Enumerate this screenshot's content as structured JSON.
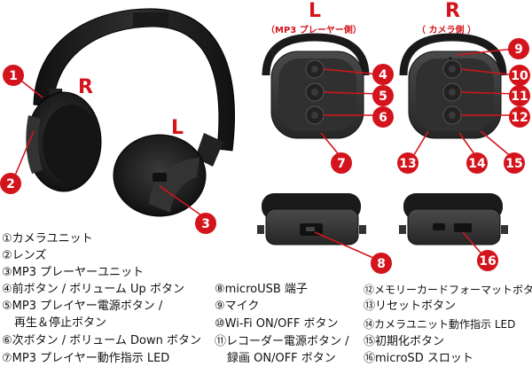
{
  "colors": {
    "accent": "#d4141c",
    "device": "#2a2a2a"
  },
  "views": {
    "left_label": "L",
    "left_sub": "（MP3 プレーヤー側）",
    "right_label": "R",
    "right_sub": "（ カメラ側 ）",
    "main_r": "R",
    "main_l": "L"
  },
  "badges": [
    "1",
    "2",
    "3",
    "4",
    "5",
    "6",
    "7",
    "8",
    "9",
    "10",
    "11",
    "12",
    "13",
    "14",
    "15",
    "16"
  ],
  "legend": {
    "col1": [
      "①カメラユニット",
      "②レンズ",
      "③MP3 プレーヤーユニット",
      "④前ボタン / ボリューム Up ボタン",
      "⑤MP3 プレイヤー電源ボタン /",
      "再生＆停止ボタン",
      "⑥次ボタン / ボリューム Down ボタン",
      "⑦MP3 プレイヤー動作指示 LED"
    ],
    "col2": [
      "⑧microUSB 端子",
      "⑨マイク",
      "⑩Wi-Fi ON/OFF ボタン",
      "⑪レコーダー電源ボタン /",
      "録画 ON/OFF ボタン"
    ],
    "col3": [
      "⑫メモリーカードフォーマットボタン",
      "⑬リセットボタン",
      "⑭カメラユニット動作指示 LED",
      "⑮初期化ボタン",
      "⑯microSD スロット"
    ]
  }
}
